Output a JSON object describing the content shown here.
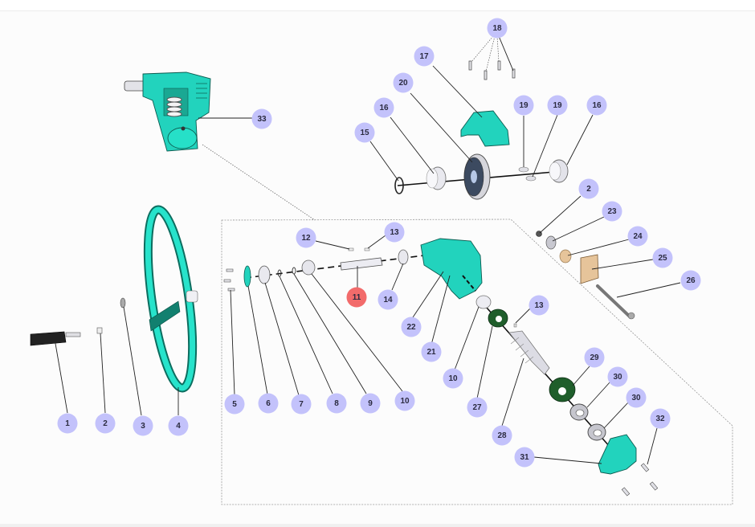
{
  "diagram": {
    "type": "exploded-parts-view",
    "selected_part": "11",
    "colors": {
      "callout_fill": "#c3c2fb",
      "callout_selected_fill": "#f26b6b",
      "callout_text": "#2b2b40",
      "housing_teal": "#22d3bd",
      "seal_green": "#1f5e2b",
      "tan_part": "#e6c49a",
      "metal_grey": "#d6d6dc",
      "handle_black": "#222222"
    },
    "callouts": [
      {
        "id": "c1",
        "label": "1"
      },
      {
        "id": "c2a",
        "label": "2"
      },
      {
        "id": "c3",
        "label": "3"
      },
      {
        "id": "c4",
        "label": "4"
      },
      {
        "id": "c5",
        "label": "5"
      },
      {
        "id": "c6",
        "label": "6"
      },
      {
        "id": "c7",
        "label": "7"
      },
      {
        "id": "c8",
        "label": "8"
      },
      {
        "id": "c9",
        "label": "9"
      },
      {
        "id": "c10a",
        "label": "10"
      },
      {
        "id": "c11",
        "label": "11"
      },
      {
        "id": "c12",
        "label": "12"
      },
      {
        "id": "c13a",
        "label": "13"
      },
      {
        "id": "c14",
        "label": "14"
      },
      {
        "id": "c15",
        "label": "15"
      },
      {
        "id": "c16a",
        "label": "16"
      },
      {
        "id": "c17",
        "label": "17"
      },
      {
        "id": "c18",
        "label": "18"
      },
      {
        "id": "c19a",
        "label": "19"
      },
      {
        "id": "c19b",
        "label": "19"
      },
      {
        "id": "c16b",
        "label": "16"
      },
      {
        "id": "c20",
        "label": "20"
      },
      {
        "id": "c2b",
        "label": "2"
      },
      {
        "id": "c23",
        "label": "23"
      },
      {
        "id": "c24",
        "label": "24"
      },
      {
        "id": "c25",
        "label": "25"
      },
      {
        "id": "c26",
        "label": "26"
      },
      {
        "id": "c22",
        "label": "22"
      },
      {
        "id": "c21",
        "label": "21"
      },
      {
        "id": "c10b",
        "label": "10"
      },
      {
        "id": "c27",
        "label": "27"
      },
      {
        "id": "c13b",
        "label": "13"
      },
      {
        "id": "c28",
        "label": "28"
      },
      {
        "id": "c29",
        "label": "29"
      },
      {
        "id": "c30a",
        "label": "30"
      },
      {
        "id": "c30b",
        "label": "30"
      },
      {
        "id": "c31",
        "label": "31"
      },
      {
        "id": "c32",
        "label": "32"
      },
      {
        "id": "c33",
        "label": "33"
      }
    ]
  }
}
